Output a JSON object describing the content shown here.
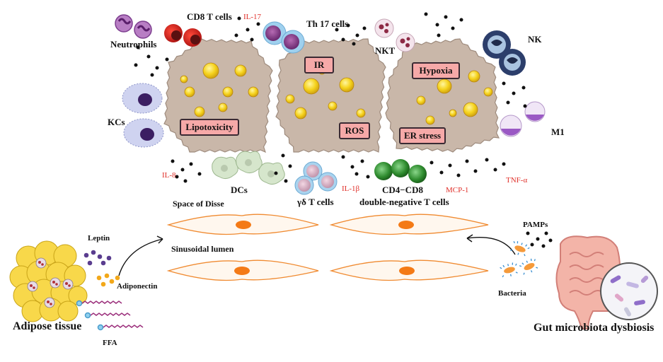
{
  "cells": {
    "cd8": "CD8 T cells",
    "th17": "Th 17 cells",
    "neutrophils": "Neutrophils",
    "nkt": "NKT",
    "nk": "NK",
    "kcs": "KCs",
    "m1": "M1",
    "dcs": "DCs",
    "gd": "γδ T cells",
    "dn_line1": "CD4−CD8",
    "dn_line2": "double-negative T cells"
  },
  "cytokines": {
    "il17": "IL-17",
    "il8": "IL-8",
    "il1b": "IL-1β",
    "mcp1": "MCP-1",
    "tnfa": "TNF-α"
  },
  "stressors": {
    "lipotoxicity": "Lipotoxicity",
    "ir": "IR",
    "ros": "ROS",
    "hypoxia": "Hypoxia",
    "er_stress": "ER stress"
  },
  "regions": {
    "disse": "Space of Disse",
    "lumen": "Sinusoidal lumen"
  },
  "adipose": {
    "title": "Adipose tissue",
    "leptin": "Leptin",
    "adiponectin": "Adiponectin",
    "ffa": "FFA"
  },
  "gut": {
    "title": "Gut microbiota dysbiosis",
    "pamps": "PAMPs",
    "bacteria": "Bacteria"
  },
  "colors": {
    "hepatocyte": "#c9b7a9",
    "lipid": "#f5d21c",
    "tag_fill": "#f6a9a8",
    "cytokine_text": "#e0302a",
    "endothelial_nucleus": "#f47a16",
    "adipocyte": "#f8d84a"
  }
}
